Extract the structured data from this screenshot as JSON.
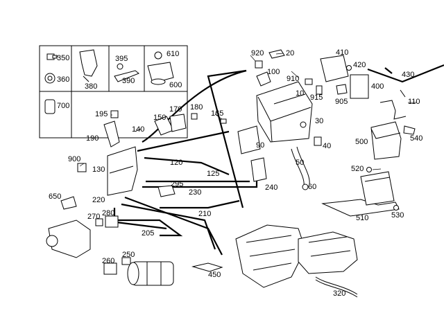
{
  "labels": {
    "p350": "350",
    "p360": "360",
    "p700": "700",
    "p380": "380",
    "p395": "395",
    "p390": "390",
    "p610": "610",
    "p600": "600",
    "p920": "920",
    "p20": "20",
    "p100": "100",
    "p910": "910",
    "p915": "915",
    "p10": "10",
    "p410": "410",
    "p420": "420",
    "p430": "430",
    "p400": "400",
    "p905": "905",
    "p110": "110",
    "p195": "195",
    "p150": "150",
    "p170": "170",
    "p180": "180",
    "p165": "165",
    "p140": "140",
    "p190": "190",
    "p30": "30",
    "p90": "90",
    "p40": "40",
    "p500": "500",
    "p540": "540",
    "p900": "900",
    "p130": "130",
    "p120": "120",
    "p125": "125",
    "p50": "50",
    "p520": "520",
    "p295": "295",
    "p240": "240",
    "p60": "60",
    "p650": "650",
    "p230": "230",
    "p220": "220",
    "p210": "210",
    "p280": "280",
    "p270": "270",
    "p510": "510",
    "p530": "530",
    "p205": "205",
    "p250": "250",
    "p260": "260",
    "p450": "450",
    "p320": "320"
  }
}
